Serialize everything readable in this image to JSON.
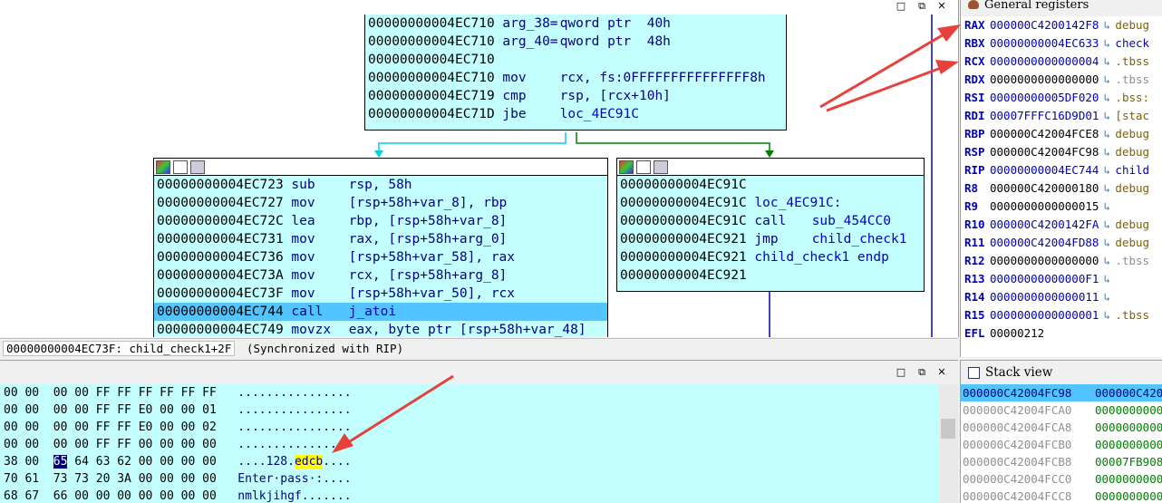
{
  "graph_view": {
    "block_top": [
      {
        "addr": "00000000004EC710",
        "mn": "arg_38=",
        "op": "qword ptr  40h"
      },
      {
        "addr": "00000000004EC710",
        "mn": "arg_40=",
        "op": "qword ptr  48h"
      },
      {
        "addr": "00000000004EC710",
        "mn": "",
        "op": ""
      },
      {
        "addr": "00000000004EC710",
        "mn": "mov",
        "op": "rcx, fs:0FFFFFFFFFFFFFFF8h"
      },
      {
        "addr": "00000000004EC719",
        "mn": "cmp",
        "op": "rsp, [rcx+10h]"
      },
      {
        "addr": "00000000004EC71D",
        "mn": "jbe",
        "op": "loc_4EC91C"
      }
    ],
    "block_left": [
      {
        "addr": "00000000004EC723",
        "mn": "sub",
        "op": "rsp, 58h"
      },
      {
        "addr": "00000000004EC727",
        "mn": "mov",
        "op": "[rsp+58h+var_8], rbp"
      },
      {
        "addr": "00000000004EC72C",
        "mn": "lea",
        "op": "rbp, [rsp+58h+var_8]"
      },
      {
        "addr": "00000000004EC731",
        "mn": "mov",
        "op": "rax, [rsp+58h+arg_0]"
      },
      {
        "addr": "00000000004EC736",
        "mn": "mov",
        "op": "[rsp+58h+var_58], rax"
      },
      {
        "addr": "00000000004EC73A",
        "mn": "mov",
        "op": "rcx, [rsp+58h+arg_8]"
      },
      {
        "addr": "00000000004EC73F",
        "mn": "mov",
        "op": "[rsp+58h+var_50], rcx"
      },
      {
        "addr": "00000000004EC744",
        "mn": "call",
        "op": "j_atoi"
      },
      {
        "addr": "00000000004EC749",
        "mn": "movzx",
        "op": "eax, byte ptr [rsp+58h+var_48]"
      }
    ],
    "block_right": [
      {
        "addr": "00000000004EC91C",
        "mn": "",
        "op": ""
      },
      {
        "addr": "00000000004EC91C",
        "mn": "loc_4EC91C:",
        "op": ""
      },
      {
        "addr": "00000000004EC91C",
        "mn": "call",
        "op": "sub_454CC0"
      },
      {
        "addr": "00000000004EC921",
        "mn": "jmp",
        "op": "child_check1"
      },
      {
        "addr": "00000000004EC921",
        "mn": "child_check1 endp",
        "op": ""
      },
      {
        "addr": "00000000004EC921",
        "mn": "",
        "op": ""
      }
    ],
    "status_location": "00000000004EC73F: child_check1+2F",
    "status_sync": "(Synchronized with RIP)"
  },
  "registers": {
    "title": "General registers",
    "rows": [
      {
        "name": "RAX",
        "value": "000000C4200142F8",
        "comment": "debug"
      },
      {
        "name": "RBX",
        "value": "00000000004EC633",
        "comment": "check"
      },
      {
        "name": "RCX",
        "value": "0000000000000004",
        "comment": ".tbss"
      },
      {
        "name": "RDX",
        "value": "0000000000000000",
        "comment": ".tbss"
      },
      {
        "name": "RSI",
        "value": "00000000005DF020",
        "comment": ".bss:"
      },
      {
        "name": "RDI",
        "value": "00007FFFC16D9D01",
        "comment": "[stac"
      },
      {
        "name": "RBP",
        "value": "000000C42004FCE8",
        "comment": "debug"
      },
      {
        "name": "RSP",
        "value": "000000C42004FC98",
        "comment": "debug"
      },
      {
        "name": "RIP",
        "value": "00000000004EC744",
        "comment": "child"
      },
      {
        "name": "R8",
        "value": "000000C420000180",
        "comment": "debug"
      },
      {
        "name": "R9",
        "value": "0000000000000015",
        "comment": ""
      },
      {
        "name": "R10",
        "value": "000000C4200142FA",
        "comment": "debug"
      },
      {
        "name": "R11",
        "value": "000000C42004FD88",
        "comment": "debug"
      },
      {
        "name": "R12",
        "value": "0000000000000000",
        "comment": ".tbss"
      },
      {
        "name": "R13",
        "value": "00000000000000F1",
        "comment": ""
      },
      {
        "name": "R14",
        "value": "0000000000000011",
        "comment": ""
      },
      {
        "name": "R15",
        "value": "0000000000000001",
        "comment": ".tbss"
      },
      {
        "name": "EFL",
        "value": "00000212",
        "comment": ""
      }
    ]
  },
  "hex_view": {
    "rows": [
      {
        "pre": "00 00  00 00 FF FF FF FF FF FF",
        "sel": "",
        "post": "",
        "asc_pre": "................",
        "asc_hl": "",
        "asc_post": ""
      },
      {
        "pre": "00 00  00 00 FF FF E0 00 00 01",
        "sel": "",
        "post": "",
        "asc_pre": "................",
        "asc_hl": "",
        "asc_post": ""
      },
      {
        "pre": "00 00  00 00 FF FF E0 00 00 02",
        "sel": "",
        "post": "",
        "asc_pre": "................",
        "asc_hl": "",
        "asc_post": ""
      },
      {
        "pre": "00 00  00 00 FF FF 00 00 00 00",
        "sel": "",
        "post": "",
        "asc_pre": "................",
        "asc_hl": "",
        "asc_post": ""
      },
      {
        "pre": "38 00  ",
        "sel": "65",
        "post": " 64 63 62 00 00 00 00",
        "asc_pre": "....128.",
        "asc_hl": "edcb",
        "asc_post": "...."
      },
      {
        "pre": "70 61  73 73 20 3A 00 00 00 00",
        "sel": "",
        "post": "",
        "asc_pre": "Enter·pass·:....",
        "asc_hl": "",
        "asc_post": ""
      },
      {
        "pre": "68 67  66 00 00 00 00 00 00 00",
        "sel": "",
        "post": "",
        "asc_pre": "nmlkjihgf.......",
        "asc_hl": "",
        "asc_post": ""
      }
    ]
  },
  "stack_view": {
    "title": "Stack view",
    "rows": [
      {
        "addr": "000000C42004FC98",
        "val": "000000C420"
      },
      {
        "addr": "000000C42004FCA0",
        "val": "0000000000"
      },
      {
        "addr": "000000C42004FCA8",
        "val": "0000000000"
      },
      {
        "addr": "000000C42004FCB0",
        "val": "0000000000"
      },
      {
        "addr": "000000C42004FCB8",
        "val": "00007FB908"
      },
      {
        "addr": "000000C42004FCC0",
        "val": "0000000000"
      },
      {
        "addr": "000000C42004FCC8",
        "val": "0000000000"
      }
    ]
  },
  "colors": {
    "block_bg": "#c4ffff",
    "highlight": "#52c4ff",
    "arrow_red": "#e8403a",
    "edge_green": "#008000",
    "edge_cyan": "#00d0e0",
    "edge_blue": "#0000c0"
  }
}
